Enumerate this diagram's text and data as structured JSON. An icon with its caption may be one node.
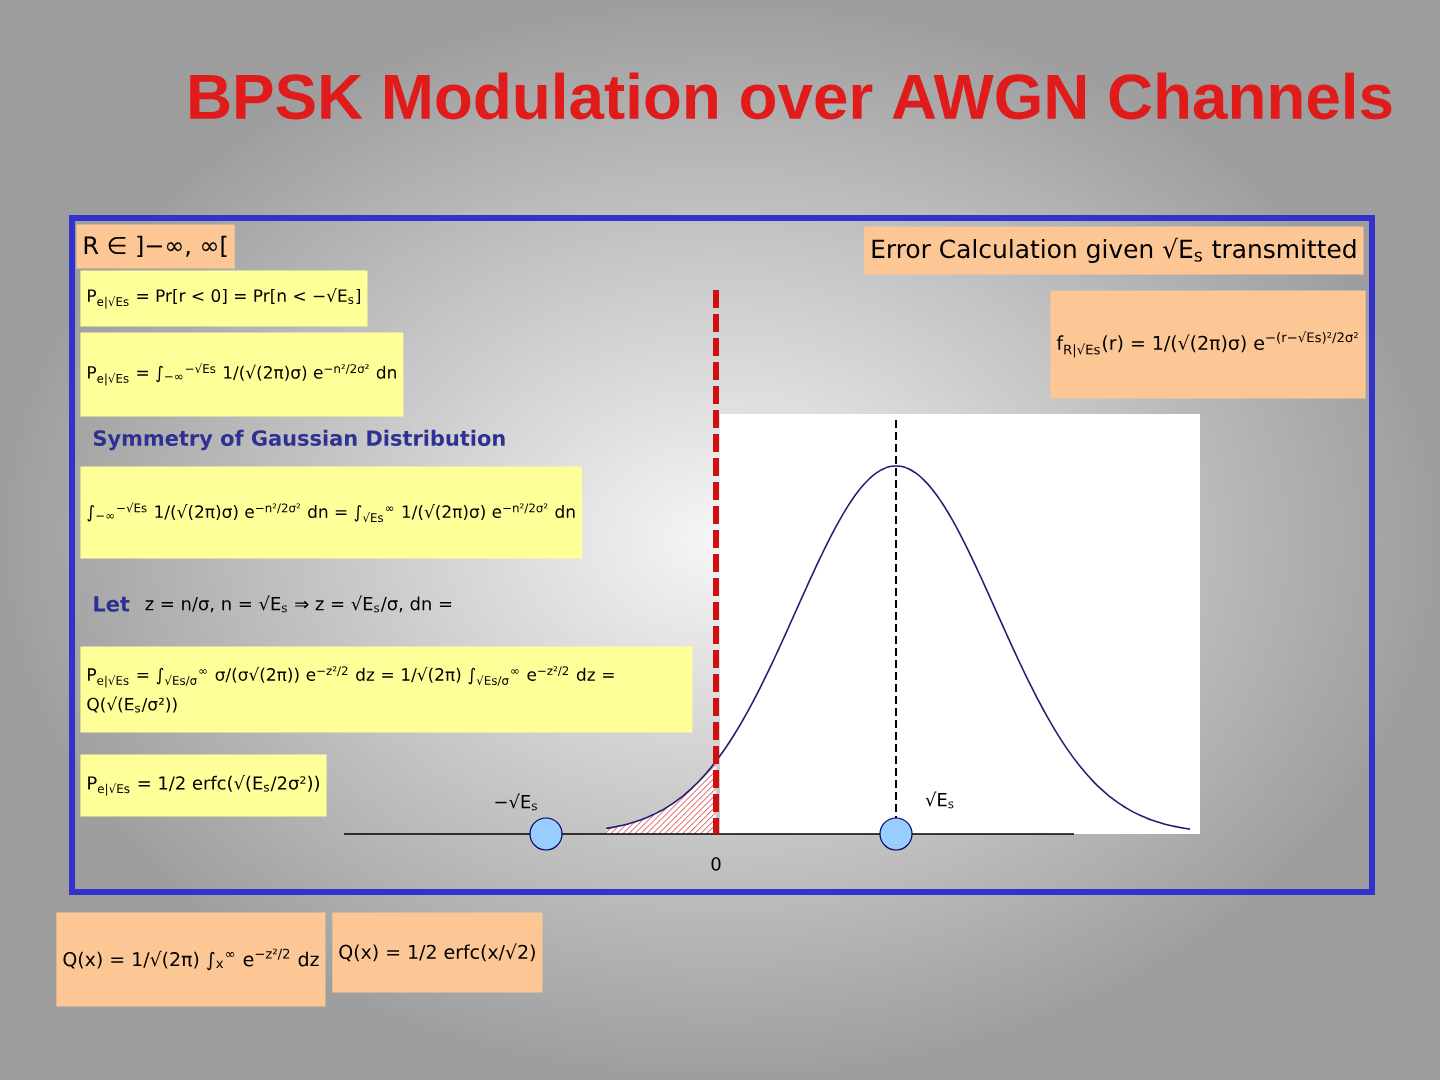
{
  "diagram": {
    "title": "BPSK Modulation over AWGN Channels",
    "nodes": [
      {
        "text": [
          "R ∈ ]−∞, ∞["
        ]
      },
      {
        "text": [
          "P$_{e|√Es}$ = Pr[r < 0] = Pr[n < −√E$_{s}$]"
        ]
      },
      {
        "text": [
          "P$_{e|√Es}$ = ∫$_{−∞}$$^{−√Es}$ 1/(√(2π)σ) e$^{−n²/2σ²}$ dn"
        ]
      },
      {
        "text": [
          "Error Calculation given √E$_{s}$ transmitted"
        ]
      },
      {
        "text": [
          "f$_{R|√Es}$(r) = 1/(√(2π)σ) e$^{−(r−√Es)²/2σ²}$"
        ]
      },
      {
        "text": [
          "∫$_{−∞}$$^{−√Es}$ 1/(√(2π)σ) e$^{−n²/2σ²}$ dn = ∫$_{√Es}$$^{∞}$ 1/(√(2π)σ) e$^{−n²/2σ²}$ dn"
        ]
      },
      {
        "text": [
          "P$_{e|√Es}$ = ∫$_{√Es/σ}$$^{∞}$ σ/(σ√(2π)) e$^{−z²/2}$ dz = 1/√(2π) ∫$_{√Es/σ}$$^{∞}$ e$^{−z²/2}$ dz = Q(√(E$_{s}$/σ²))"
        ]
      },
      {
        "text": [
          "P$_{e|√Es}$ = 1/2 erfc(√(E$_{s}$/2σ²))"
        ]
      },
      {
        "text": [
          "Q(x) = 1/√(2π) ∫$_{x}$$^{∞}$ e$^{−z²/2}$ dz"
        ]
      },
      {
        "text": [
          "Q(x) = 1/2 erfc(x/√2)"
        ]
      }
    ],
    "labels": [
      "Symmetry of Gaussian Distribution",
      "Let",
      "z = n/σ, n = √E$_{s}$ ⇒ z = √E$_{s}$/σ, dn =",
      "−√E$_{s}$",
      "√E$_{s}$",
      "0"
    ]
  }
}
